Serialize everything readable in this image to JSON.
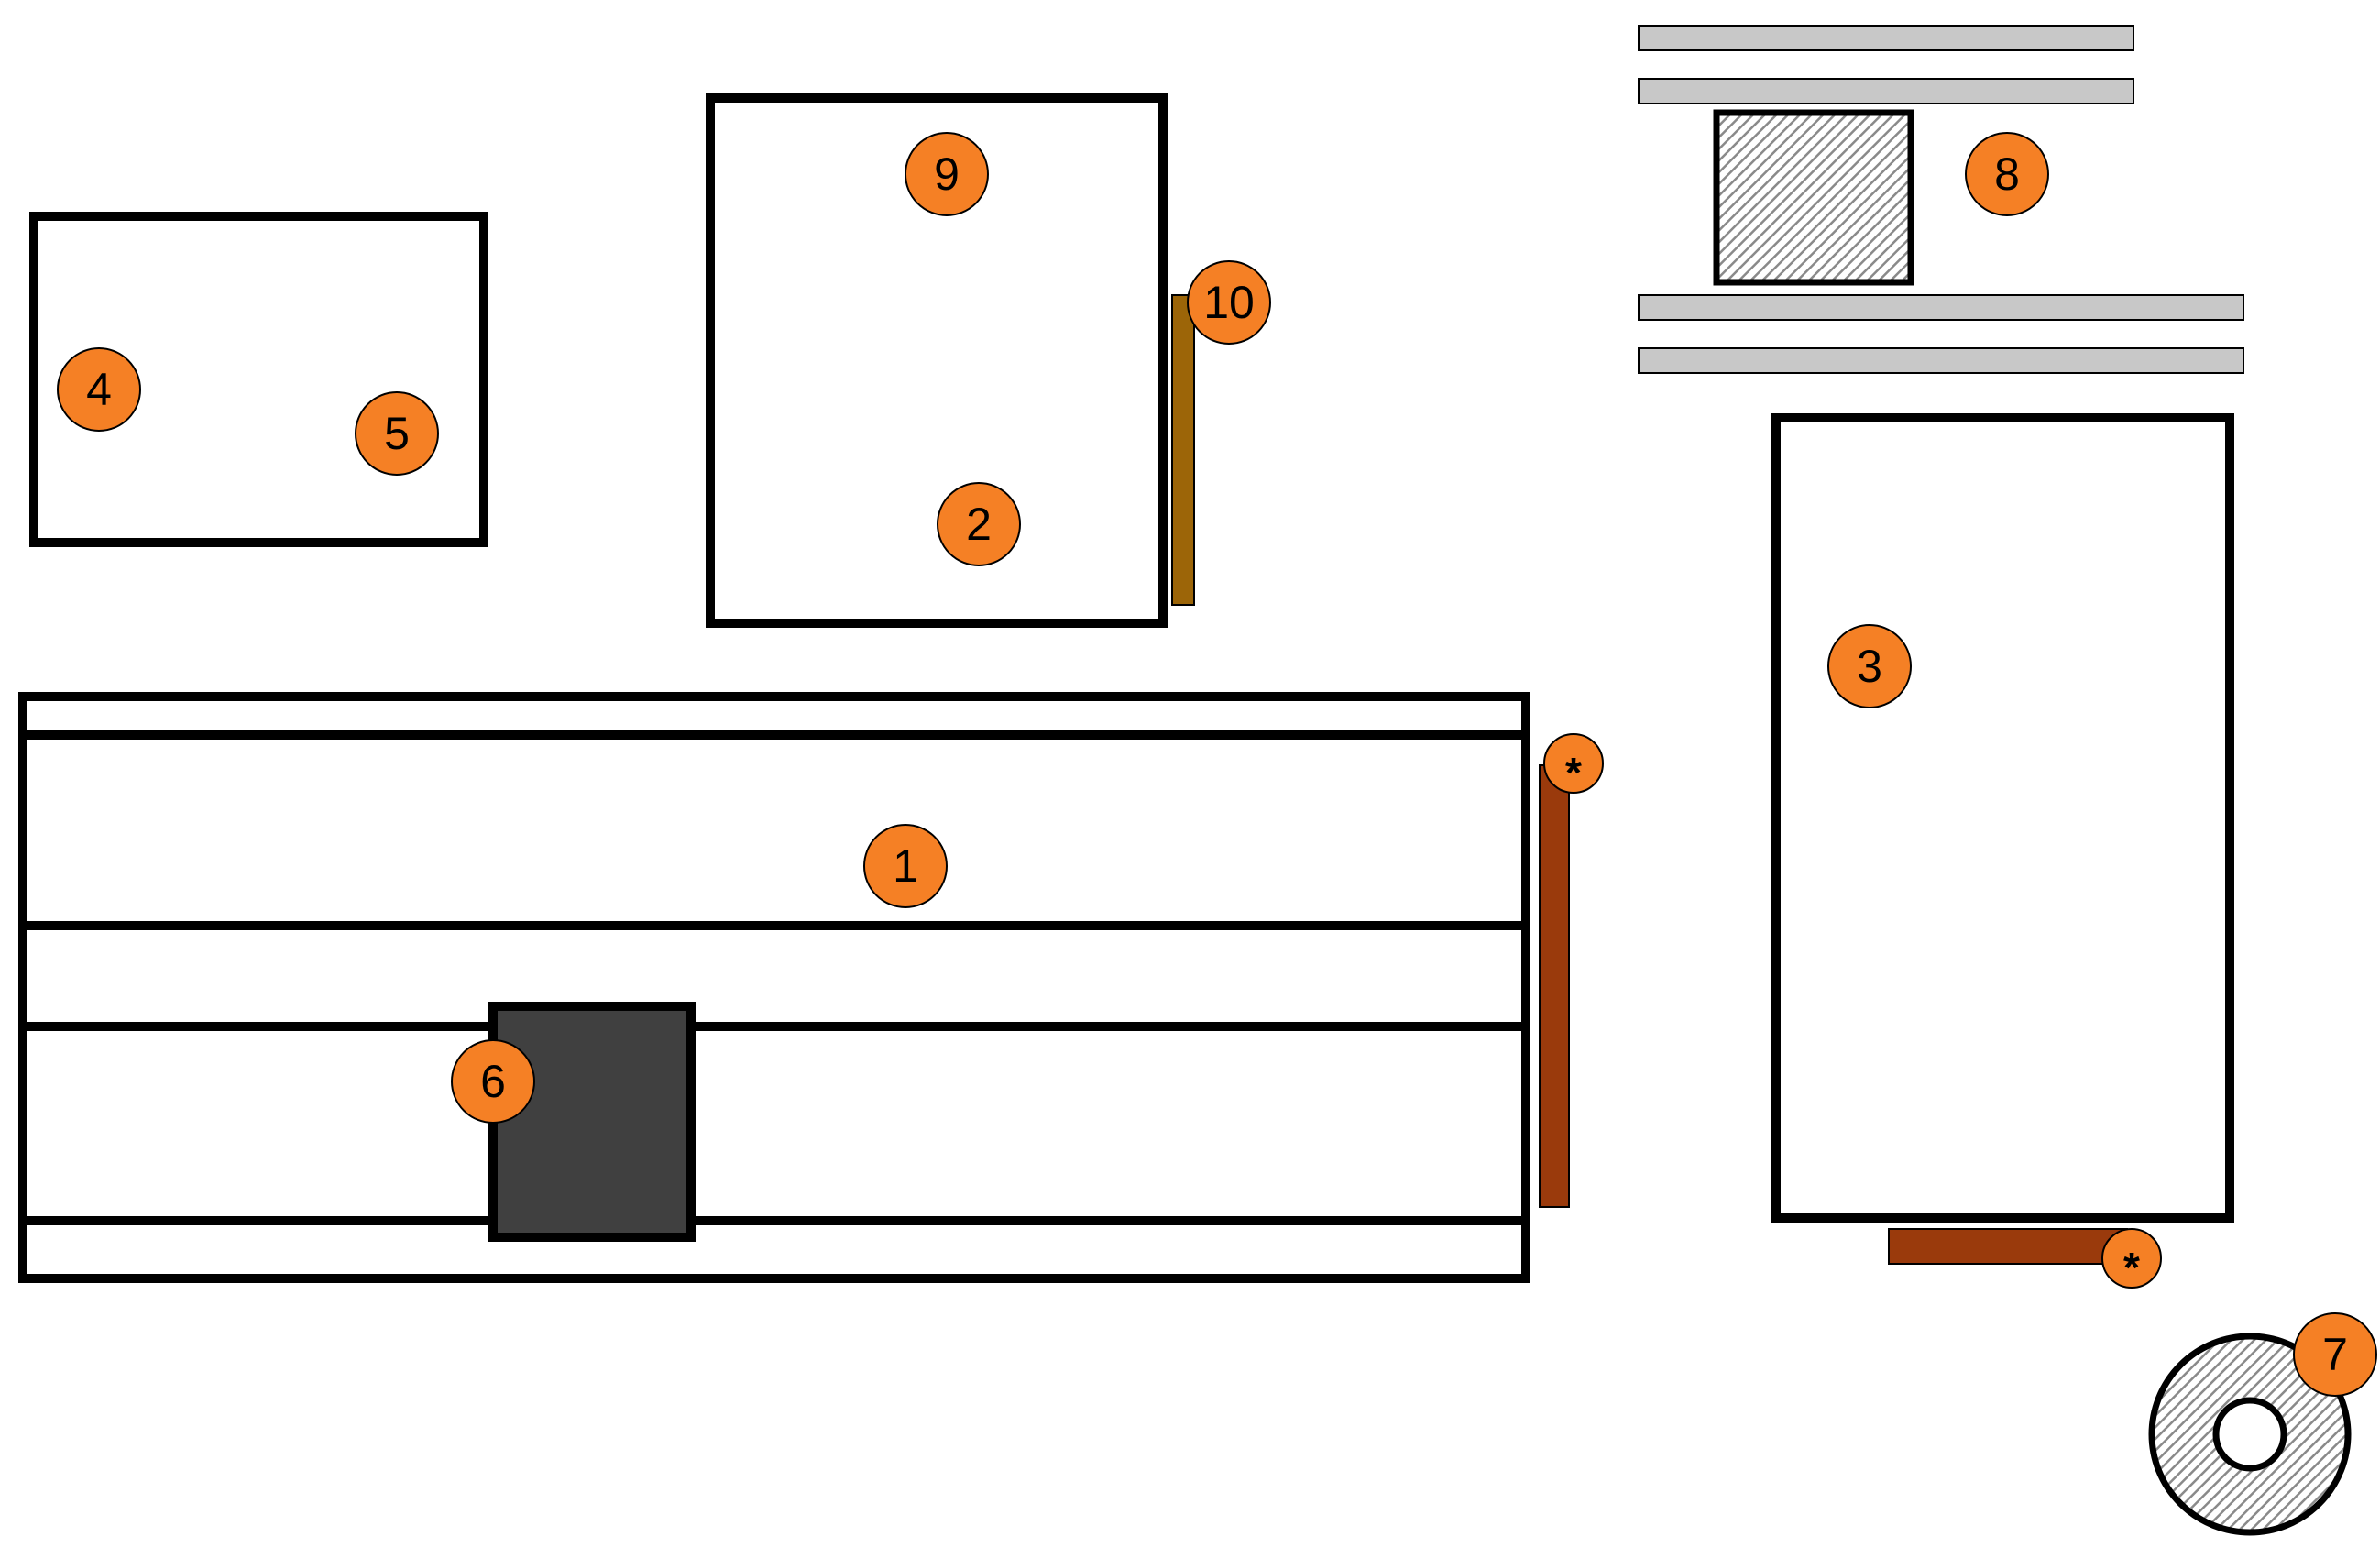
{
  "markers": [
    "1",
    "2",
    "3",
    "4",
    "5",
    "6",
    "7",
    "8",
    "9",
    "10",
    "*",
    "*"
  ],
  "colors": {
    "marker_fill": "#F58025",
    "outline": "#000000",
    "rail_gray": "#C8C8C8",
    "dark_block": "#404040",
    "hatch_gray": "#A8A8A8",
    "rust_bar": "#9A3A0C",
    "gold_bar": "#9C6508"
  }
}
